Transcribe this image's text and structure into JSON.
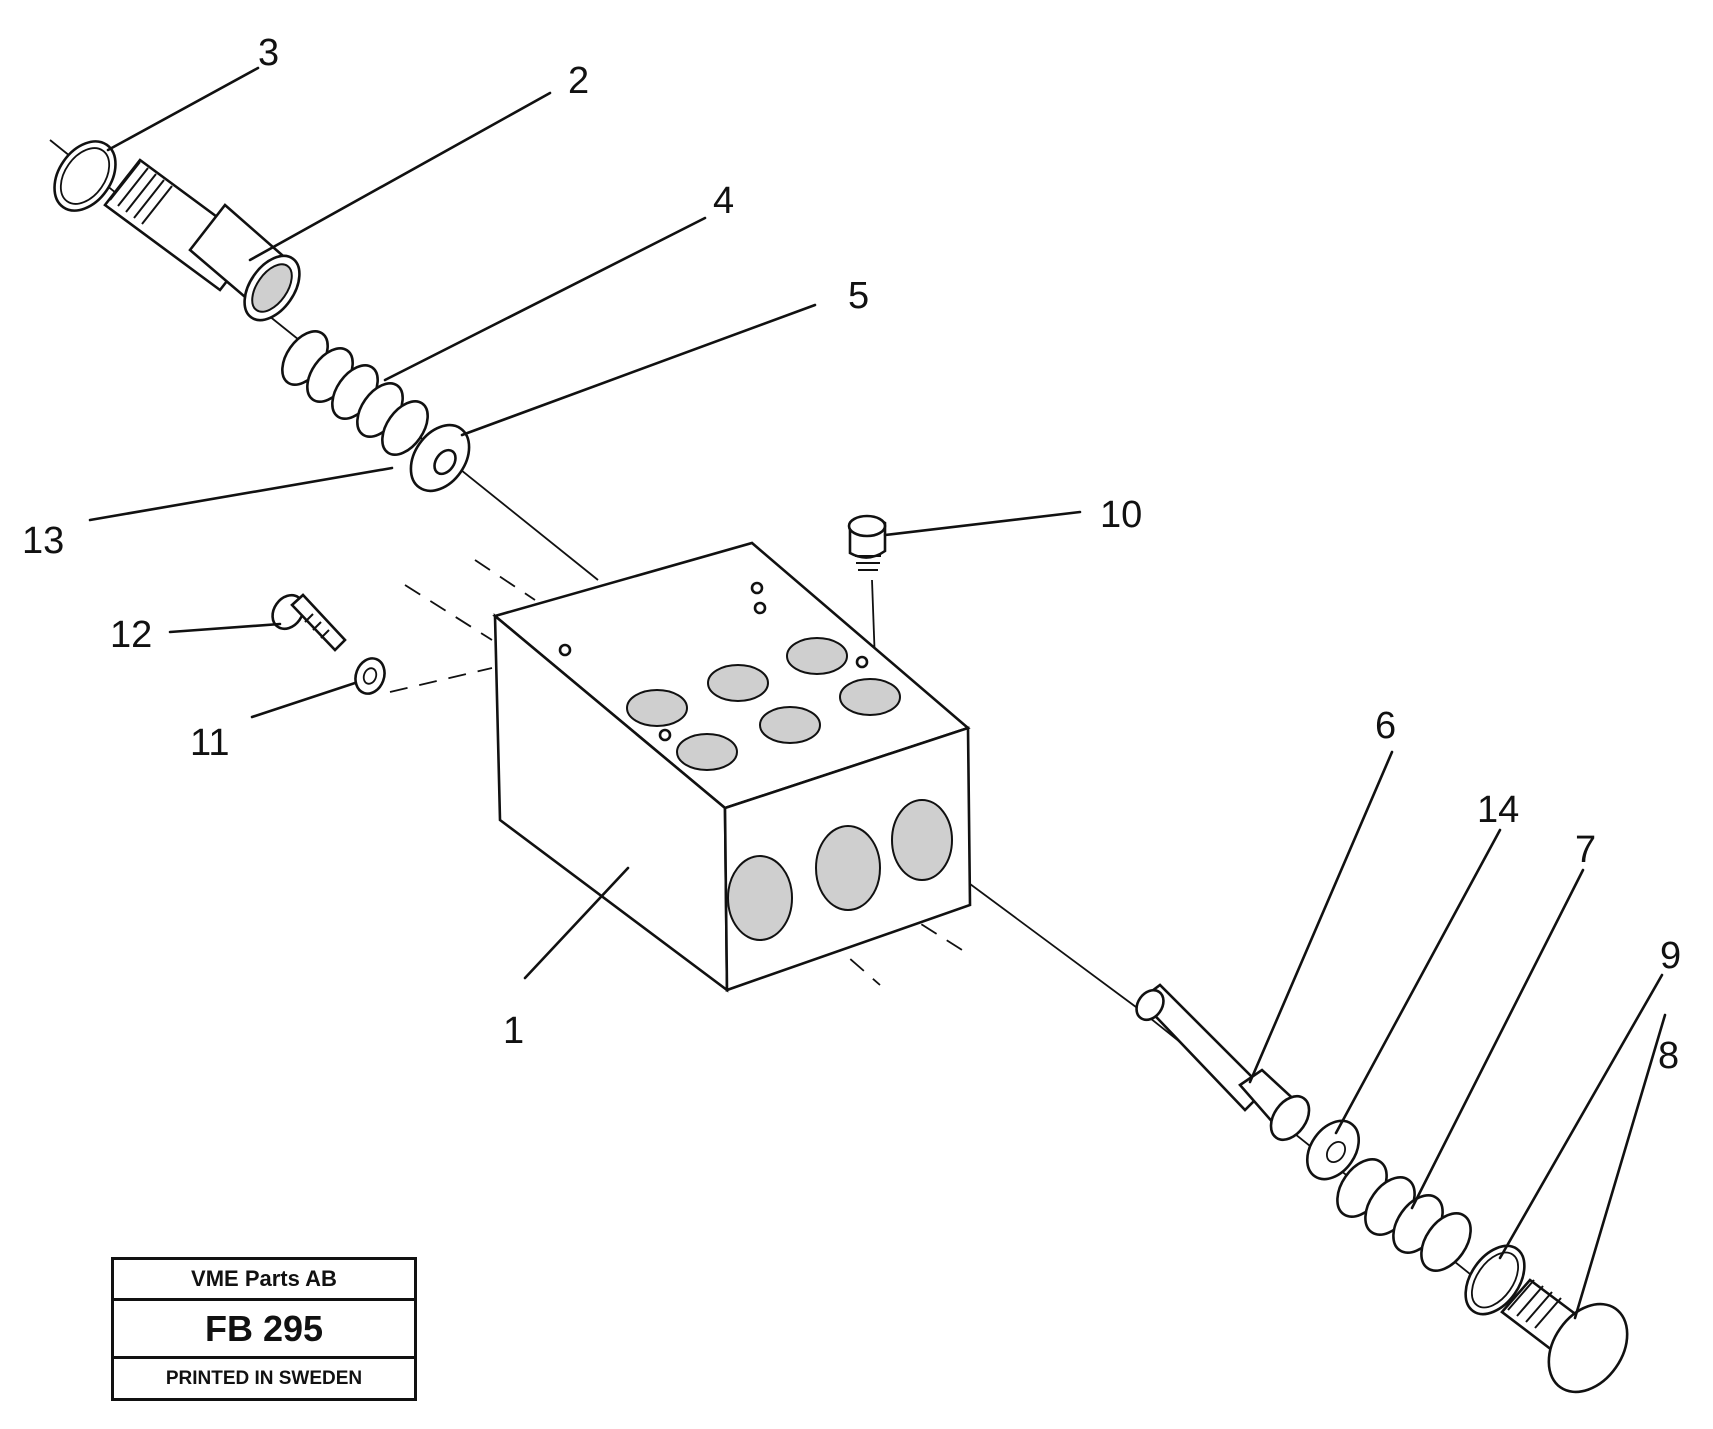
{
  "callouts": [
    {
      "id": "3",
      "label": "3"
    },
    {
      "id": "2",
      "label": "2"
    },
    {
      "id": "4",
      "label": "4"
    },
    {
      "id": "5",
      "label": "5"
    },
    {
      "id": "13",
      "label": "13"
    },
    {
      "id": "10",
      "label": "10"
    },
    {
      "id": "12",
      "label": "12"
    },
    {
      "id": "11",
      "label": "11"
    },
    {
      "id": "1",
      "label": "1"
    },
    {
      "id": "6",
      "label": "6"
    },
    {
      "id": "14",
      "label": "14"
    },
    {
      "id": "7",
      "label": "7"
    },
    {
      "id": "9",
      "label": "9"
    },
    {
      "id": "8",
      "label": "8"
    }
  ],
  "title_block": {
    "company": "VME Parts AB",
    "code": "FB 295",
    "printed": "PRINTED IN SWEDEN"
  }
}
